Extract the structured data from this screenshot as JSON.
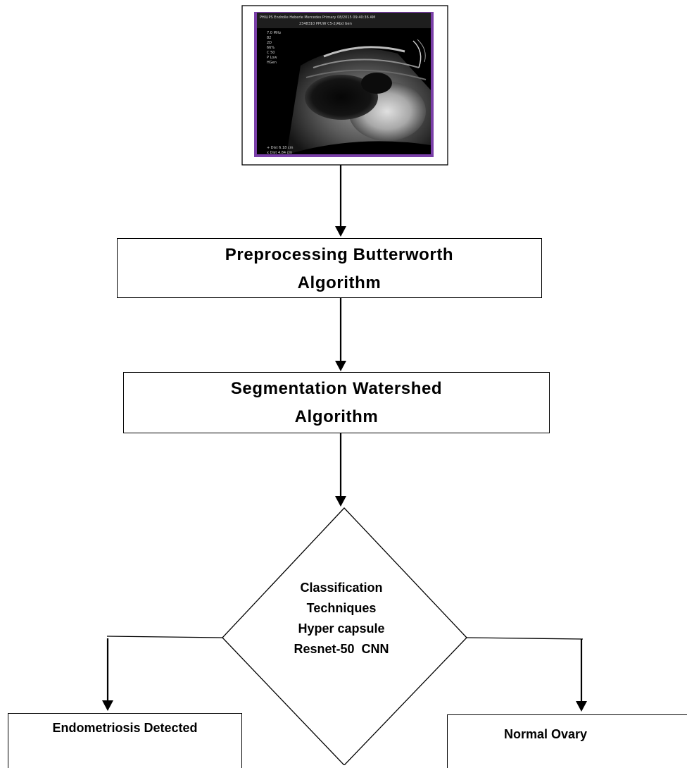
{
  "nodes": {
    "preprocessing": {
      "line1": "Preprocessing  Butterworth",
      "line2": "Algorithm"
    },
    "segmentation": {
      "line1": "Segmentation  Watershed",
      "line2": "Algorithm"
    },
    "classification": {
      "line1": "Classification",
      "line2": "Techniques",
      "line3": "Hyper capsule",
      "line4": "Resnet-50  CNN"
    },
    "endometriosis": {
      "label": "Endometriosis Detected"
    },
    "normal": {
      "label": "Normal Ovary"
    }
  },
  "ultrasound": {
    "header_line1": "PHILIPS   Endrolle Heberle Mercedes   Primary 08/2015  09:40:36 AM",
    "header_line2": "2348310   PPUW   C5-2/Abd Gen",
    "side_text": [
      "7.0 MHz",
      "82",
      "2D",
      "66%",
      "C 50",
      "P Low",
      "HGen"
    ],
    "measure_line1": "+ Dist   6.18 cm",
    "measure_line2": "x Dist   4.84 cm"
  },
  "colors": {
    "line": "#000000",
    "image_frame": "#7a3fa8"
  }
}
